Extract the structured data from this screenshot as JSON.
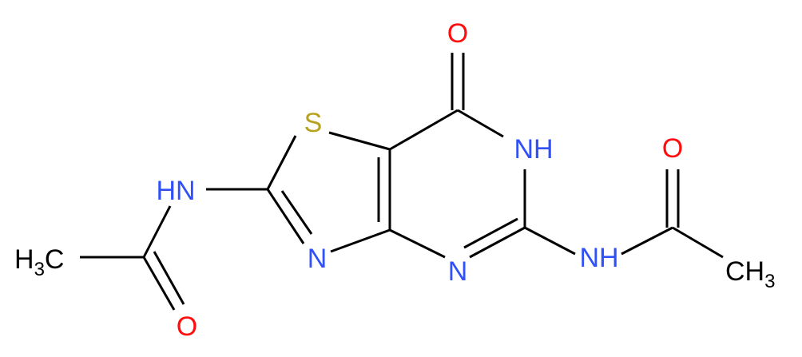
{
  "molecule": {
    "atoms": {
      "o_carbonyl_top": {
        "label": "O",
        "color": "#ff0d0d"
      },
      "s_thiazole": {
        "label": "S",
        "color": "#b8a121"
      },
      "nh_ring": {
        "label": "NH",
        "color": "#3050f8"
      },
      "nh_left": {
        "label": "HN",
        "color": "#3050f8"
      },
      "n_thiazole": {
        "label": "N",
        "color": "#3050f8"
      },
      "n_pyrimidine": {
        "label": "N",
        "color": "#3050f8"
      },
      "nh_right": {
        "label": "NH",
        "color": "#3050f8"
      },
      "o_acetyl_right": {
        "label": "O",
        "color": "#ff0d0d"
      },
      "o_acetyl_left": {
        "label": "O",
        "color": "#ff0d0d"
      },
      "ch3_left": {
        "main": "H",
        "sub": "3",
        "tail": "C",
        "color": "#000000"
      },
      "ch3_right": {
        "main": "CH",
        "sub": "3",
        "color": "#000000"
      }
    }
  }
}
